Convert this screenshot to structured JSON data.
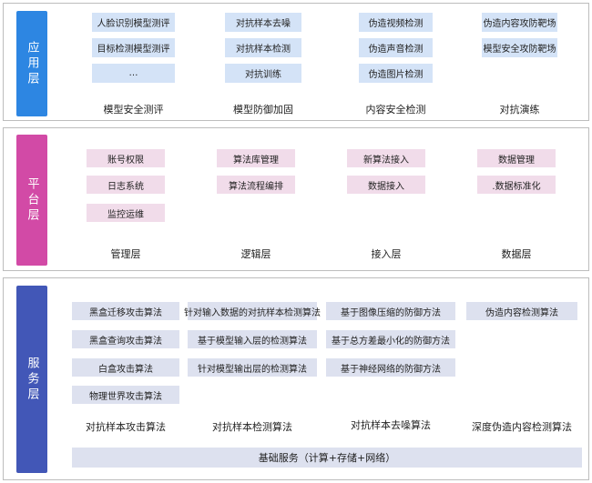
{
  "app_layer": {
    "label": "应用层",
    "columns": [
      {
        "items": [
          "人脸识别模型测评",
          "目标检测模型测评",
          "…"
        ],
        "category": "模型安全测评"
      },
      {
        "items": [
          "对抗样本去噪",
          "对抗样本检测",
          "对抗训练"
        ],
        "category": "模型防御加固"
      },
      {
        "items": [
          "伪造视频检测",
          "伪造声音检测",
          "伪造图片检测"
        ],
        "category": "内容安全检测"
      },
      {
        "items": [
          "伪造内容攻防靶场",
          "模型安全攻防靶场"
        ],
        "category": "对抗演练"
      }
    ]
  },
  "platform_layer": {
    "label": "平台层",
    "columns": [
      {
        "items": [
          "账号权限",
          "日志系统",
          "监控运维"
        ],
        "category": "管理层"
      },
      {
        "items": [
          "算法库管理",
          "算法流程编排"
        ],
        "category": "逻辑层"
      },
      {
        "items": [
          "新算法接入",
          "数据接入"
        ],
        "category": "接入层"
      },
      {
        "items": [
          "数据管理",
          ".数据标准化"
        ],
        "category": "数据层"
      }
    ]
  },
  "service_layer": {
    "label": "服务层",
    "columns": [
      {
        "items": [
          "黑盒迁移攻击算法",
          "黑盒查询攻击算法",
          "白盒攻击算法",
          "物理世界攻击算法"
        ],
        "category": "对抗样本攻击算法"
      },
      {
        "items": [
          "针对输入数据的对抗样本检测算法",
          "基于模型输入层的检测算法",
          "针对模型输出层的检测算法"
        ],
        "category": "对抗样本检测算法"
      },
      {
        "items": [
          "基于图像压缩的防御方法",
          "基于总方差最小化的防御方法",
          "基于神经网络的防御方法"
        ],
        "category": "对抗样本去噪算法"
      },
      {
        "items": [
          "伪造内容检测算法"
        ],
        "category": "深度伪造内容检测算法"
      }
    ],
    "base_service": "基础服务（计算+存储+网络）"
  }
}
